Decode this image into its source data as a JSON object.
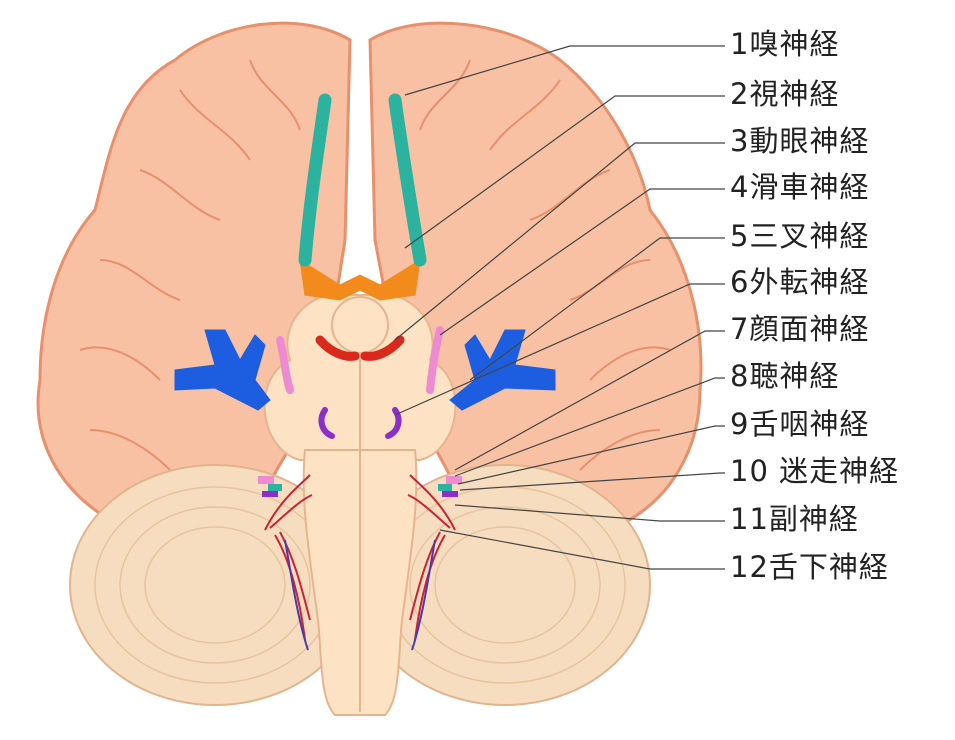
{
  "colors": {
    "cerebrum": "#f8c1a3",
    "cerebrum_outline": "#e8906c",
    "brainstem": "#fde3c3",
    "cerebellum": "#f6ddbf",
    "olfactory": "#2bb3a0",
    "optic_chiasm": "#f28a1c",
    "oculomotor": "#d9291c",
    "trochlear": "#ee8bd0",
    "trigeminal": "#1d5ee0",
    "abducens": "#8a2fc9",
    "nerve_fibers": "#cc2233",
    "leader_line": "#444444"
  },
  "nerves": [
    {
      "label": "1嗅神経"
    },
    {
      "label": "2視神経"
    },
    {
      "label": "3動眼神経"
    },
    {
      "label": "4滑車神経"
    },
    {
      "label": "5三叉神経"
    },
    {
      "label": "6外転神経"
    },
    {
      "label": "7顔面神経"
    },
    {
      "label": "8聴神経"
    },
    {
      "label": "9舌咽神経"
    },
    {
      "label": "10 迷走神経"
    },
    {
      "label": "11副神経"
    },
    {
      "label": "12舌下神経"
    }
  ]
}
